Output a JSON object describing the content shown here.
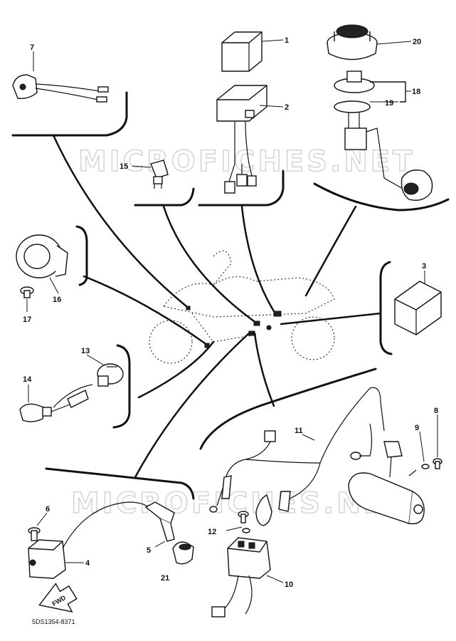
{
  "watermarks": [
    "MICROFICHES.NET",
    "MICROFICHES.NET"
  ],
  "drawing_code": "5DS1354-8371",
  "fwd_label": "FWD",
  "callouts": {
    "p1": "1",
    "p2": "2",
    "p3": "3",
    "p4": "4",
    "p5": "5",
    "p6": "6",
    "p7": "7",
    "p8": "8",
    "p9": "9",
    "p10": "10",
    "p11": "11",
    "p12": "12",
    "p13": "13",
    "p14": "14",
    "p15": "15",
    "p16": "16",
    "p17": "17",
    "p18": "18",
    "p19": "19",
    "p20": "20",
    "p21": "21"
  }
}
